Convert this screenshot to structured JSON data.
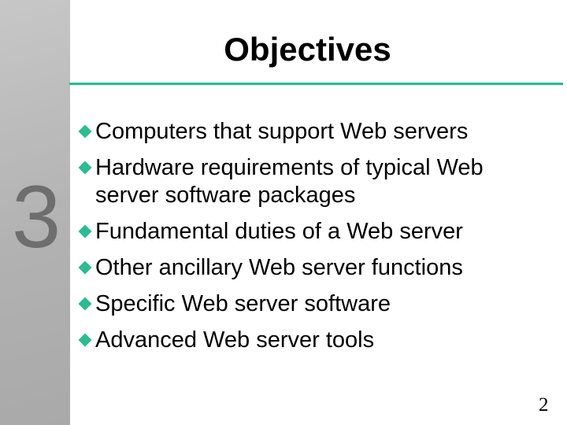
{
  "slide": {
    "title": "Objectives",
    "chapter_number": "3",
    "page_number": "2",
    "bullets": [
      "Computers that support Web servers",
      "Hardware requirements of typical Web server software packages",
      "Fundamental duties of a Web server",
      "Other ancillary Web server functions",
      "Specific Web server software",
      "Advanced Web server tools"
    ],
    "colors": {
      "accent_teal": "#1dbc96",
      "bullet_teal": "#2abc92",
      "sidebar_gray_top": "#c7c7c7",
      "sidebar_gray_bottom": "#a9a9a9",
      "chapter_number_gray": "#6e6e6e",
      "text": "#000000",
      "background": "#ffffff"
    }
  }
}
